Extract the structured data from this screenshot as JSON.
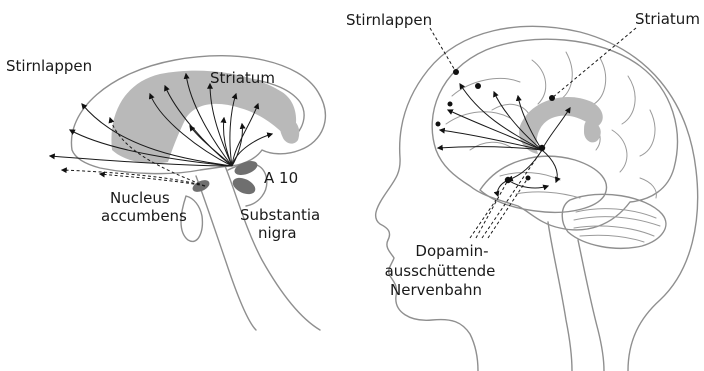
{
  "left_diagram": {
    "label_frontal_lobe": "Stirnlappen",
    "label_striatum": "Striatum",
    "label_a10": "A 10",
    "label_accumbens_line1": "Nucleus",
    "label_accumbens_line2": "accumbens",
    "label_nigra_line1": "Substantia",
    "label_nigra_line2": "nigra"
  },
  "right_diagram": {
    "label_frontal_lobe": "Stirnlappen",
    "label_striatum": "Striatum",
    "label_pathway_line1": "Dopamin-",
    "label_pathway_line2": "ausschüttende",
    "label_pathway_line3": "Nervenbahn"
  }
}
